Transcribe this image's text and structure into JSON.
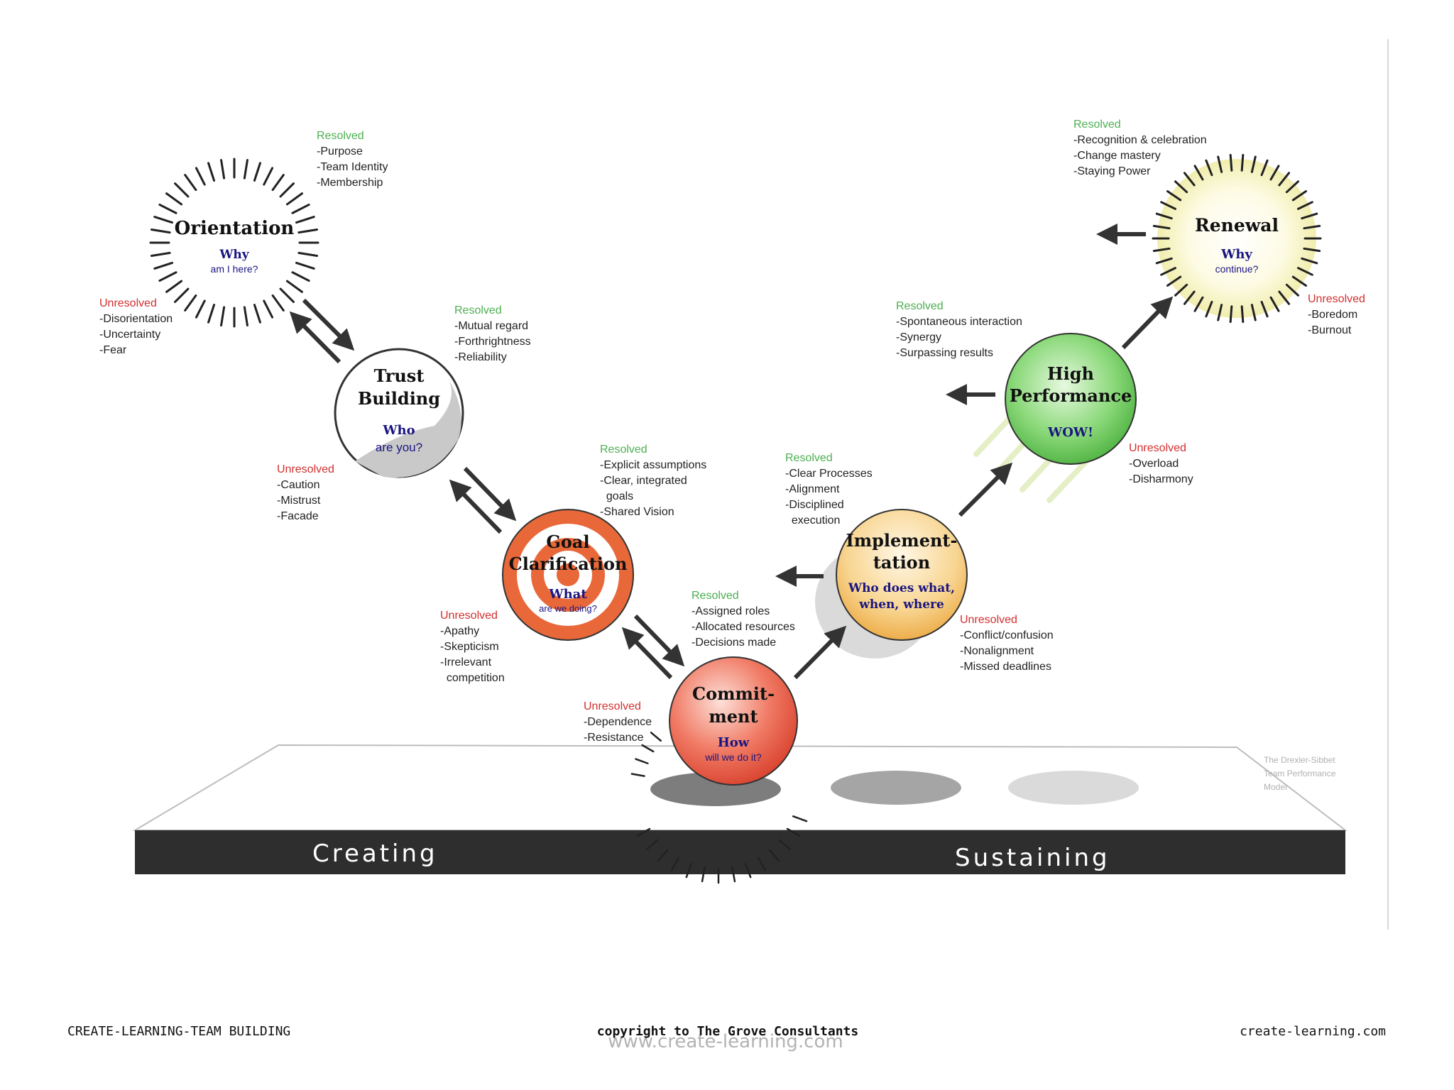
{
  "stages": {
    "orientation": {
      "title": [
        "Orientation"
      ],
      "q1": "Why",
      "q2": "am I here?",
      "resolved": {
        "label": "Resolved",
        "items": [
          "-Purpose",
          "-Team Identity",
          "-Membership"
        ]
      },
      "unresolved": {
        "label": "Unresolved",
        "items": [
          "-Disorientation",
          "-Uncertainty",
          "-Fear"
        ]
      }
    },
    "trust": {
      "title": [
        "Trust",
        "Building"
      ],
      "q1": "Who",
      "q2": "are you?",
      "resolved": {
        "label": "Resolved",
        "items": [
          "-Mutual regard",
          "-Forthrightness",
          "-Reliability"
        ]
      },
      "unresolved": {
        "label": "Unresolved",
        "items": [
          "-Caution",
          "-Mistrust",
          "-Facade"
        ]
      }
    },
    "goal": {
      "title": [
        "Goal",
        "Clarification"
      ],
      "q1": "What",
      "q2": "are we doing?",
      "resolved": {
        "label": "Resolved",
        "items": [
          "-Explicit assumptions",
          "-Clear, integrated",
          "  goals",
          "-Shared Vision"
        ]
      },
      "unresolved": {
        "label": "Unresolved",
        "items": [
          "-Apathy",
          "-Skepticism",
          "-Irrelevant",
          "  competition"
        ]
      }
    },
    "commitment": {
      "title": [
        "Commit-",
        "ment"
      ],
      "q1": "How",
      "q2": "will we do it?",
      "resolved": {
        "label": "Resolved",
        "items": [
          "-Assigned roles",
          "-Allocated resources",
          "-Decisions made"
        ]
      },
      "unresolved": {
        "label": "Unresolved",
        "items": [
          "-Dependence",
          "-Resistance"
        ]
      }
    },
    "implementation": {
      "title": [
        "Implement-",
        "tation"
      ],
      "q_lines": [
        "Who does what,",
        "when, where"
      ],
      "resolved": {
        "label": "Resolved",
        "items": [
          "-Clear Processes",
          "-Alignment",
          "-Disciplined",
          "  execution"
        ]
      },
      "unresolved": {
        "label": "Unresolved",
        "items": [
          "-Conflict/confusion",
          "-Nonalignment",
          "-Missed deadlines"
        ]
      }
    },
    "high_performance": {
      "title": [
        "High",
        "Performance"
      ],
      "q1": "WOW!",
      "resolved": {
        "label": "Resolved",
        "items": [
          "-Spontaneous interaction",
          "-Synergy",
          "-Surpassing results"
        ]
      },
      "unresolved": {
        "label": "Unresolved",
        "items": [
          "-Overload",
          "-Disharmony"
        ]
      }
    },
    "renewal": {
      "title": [
        "Renewal"
      ],
      "q1": "Why",
      "q2": "continue?",
      "resolved": {
        "label": "Resolved",
        "items": [
          "-Recognition & celebration",
          "-Change mastery",
          "-Staying Power"
        ]
      },
      "unresolved": {
        "label": "Unresolved",
        "items": [
          "-Boredom",
          "-Burnout"
        ]
      }
    }
  },
  "base": {
    "left_label": "Creating",
    "right_label": "Sustaining",
    "model_note": [
      "The Drexler-Sibbet",
      "Team Performance",
      "Model"
    ]
  },
  "footer": {
    "left": "CREATE-LEARNING-TEAM BUILDING",
    "center": "copyright to The Grove Consultants",
    "center_watermark": "www.create-learning.com",
    "right": "create-learning.com"
  },
  "colors": {
    "resolved": "#4caf50",
    "unresolved": "#d32f2f",
    "question": "#1a1580",
    "goal_ring": "#e8683a",
    "commitment": "#ef5a45",
    "implementation": "#f5c25f",
    "high_performance": "#5cc44c",
    "renewal_glow": "#f4f1b0",
    "base_band": "#2e2e2e"
  }
}
